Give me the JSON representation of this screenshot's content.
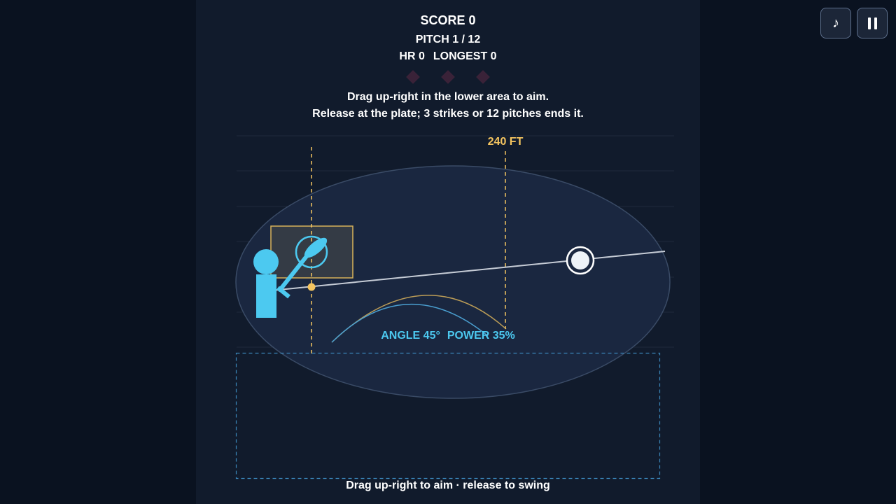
{
  "hud": {
    "score": "SCORE 0",
    "pitch": "PITCH 1 / 12",
    "hr": "HR 0",
    "longest": "LONGEST 0",
    "strikes": {
      "count": 0,
      "total": 3
    }
  },
  "instructions": {
    "line1": "Drag up-right in the lower area to aim.",
    "line2": "Release at the plate; 3 strikes or 12 pitches ends it."
  },
  "field": {
    "distance_marker": "240 FT",
    "aim_readout": {
      "angle": "ANGLE 45°",
      "power": "POWER 35%"
    }
  },
  "footer": {
    "hint": "Drag up-right to aim · release to swing"
  },
  "controls": {
    "music_icon": "♪",
    "music_icon_name": "music-note-icon",
    "pause_icon_name": "pause-icon"
  },
  "colors": {
    "accent_yellow": "#f5c560",
    "accent_cyan": "#4cc9f0",
    "strike_empty": "#3a2238",
    "background": "#0a1220",
    "stage": "#111b2c"
  }
}
